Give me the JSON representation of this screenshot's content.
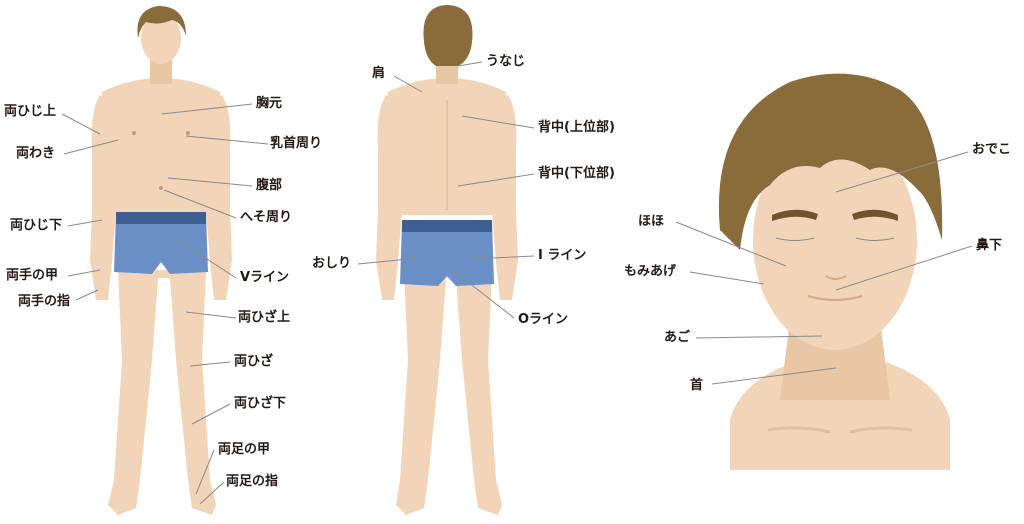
{
  "front": {
    "labels": {
      "elbow_upper": "両ひじ上",
      "armpit": "両わき",
      "elbow_lower": "両ひじ下",
      "hand_back": "両手の甲",
      "fingers": "両手の指",
      "chest": "胸元",
      "nipple": "乳首周り",
      "abdomen": "腹部",
      "navel": "へそ周り",
      "v_line": "Vライン",
      "knee_upper": "両ひざ上",
      "knee": "両ひざ",
      "knee_lower": "両ひざ下",
      "foot_back": "両足の甲",
      "toes": "両足の指"
    }
  },
  "back": {
    "labels": {
      "nape": "うなじ",
      "shoulder": "肩",
      "back_upper": "背中(上位部)",
      "back_lower": "背中(下位部)",
      "hip": "おしり",
      "i_line": "I ライン",
      "o_line": "Oライン"
    }
  },
  "face": {
    "labels": {
      "forehead": "おでこ",
      "cheek": "ほほ",
      "sideburns": "もみあげ",
      "under_nose": "鼻下",
      "chin": "あご",
      "neck": "首"
    }
  },
  "colors": {
    "skin": "#f2d5b8",
    "skin_shadow": "#e3bf9c",
    "hair": "#8a6b3a",
    "brief": "#6b8fc7",
    "brief_band": "#3f5f94",
    "line": "#8a8a8a"
  }
}
